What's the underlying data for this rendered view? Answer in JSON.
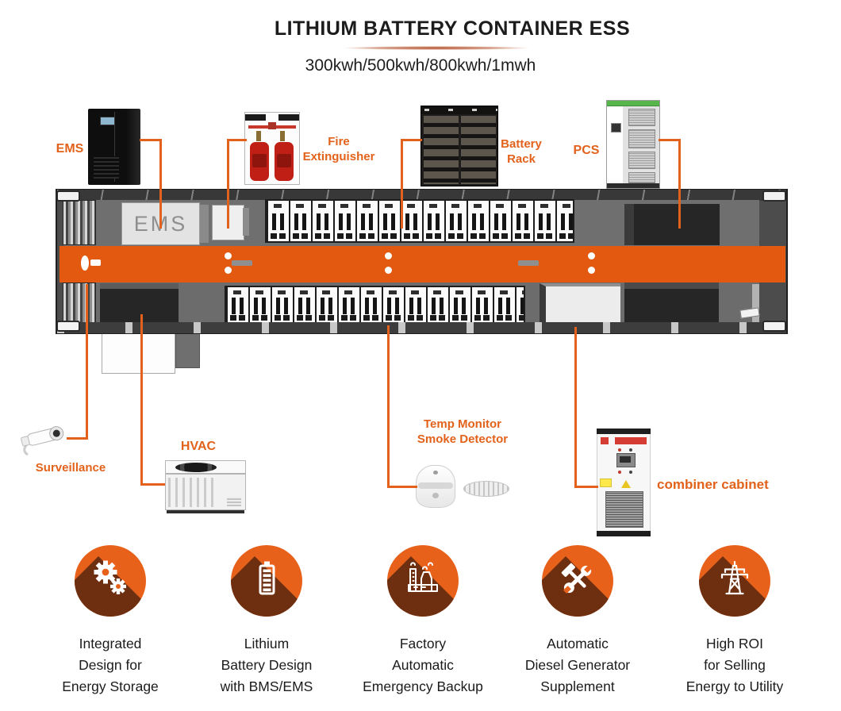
{
  "title": "LITHIUM BATTERY CONTAINER ESS",
  "subtitle": "300kwh/500kwh/800kwh/1mwh",
  "labels": {
    "ems": "EMS",
    "fire_extinguisher": [
      "Fire",
      "Extinguisher"
    ],
    "battery_rack": [
      "Battery",
      "Rack"
    ],
    "pcs": "PCS",
    "surveillance": "Surveillance",
    "hvac": "HVAC",
    "temp_smoke": [
      "Temp Monitor",
      "Smoke Detector"
    ],
    "combiner_cabinet": "combiner cabinet"
  },
  "container": {
    "ems_box_label": "EMS"
  },
  "features": [
    {
      "icon": "gears-icon",
      "lines": [
        "Integrated",
        "Design for",
        "Energy Storage"
      ]
    },
    {
      "icon": "battery-icon",
      "lines": [
        "Lithium",
        "Battery Design",
        "with BMS/EMS"
      ]
    },
    {
      "icon": "factory-icon",
      "lines": [
        "Factory",
        "Automatic",
        "Emergency Backup"
      ]
    },
    {
      "icon": "tools-icon",
      "lines": [
        "Automatic",
        "Diesel Generator",
        "Supplement"
      ]
    },
    {
      "icon": "power-tower-icon",
      "lines": [
        "High ROI",
        "for Selling",
        "Energy to Utility"
      ]
    }
  ],
  "colors": {
    "accent": "#E2621B",
    "band_orange": "#E2590F",
    "icon_circle": "#E8611A",
    "icon_shadow": "#6E2F10"
  }
}
